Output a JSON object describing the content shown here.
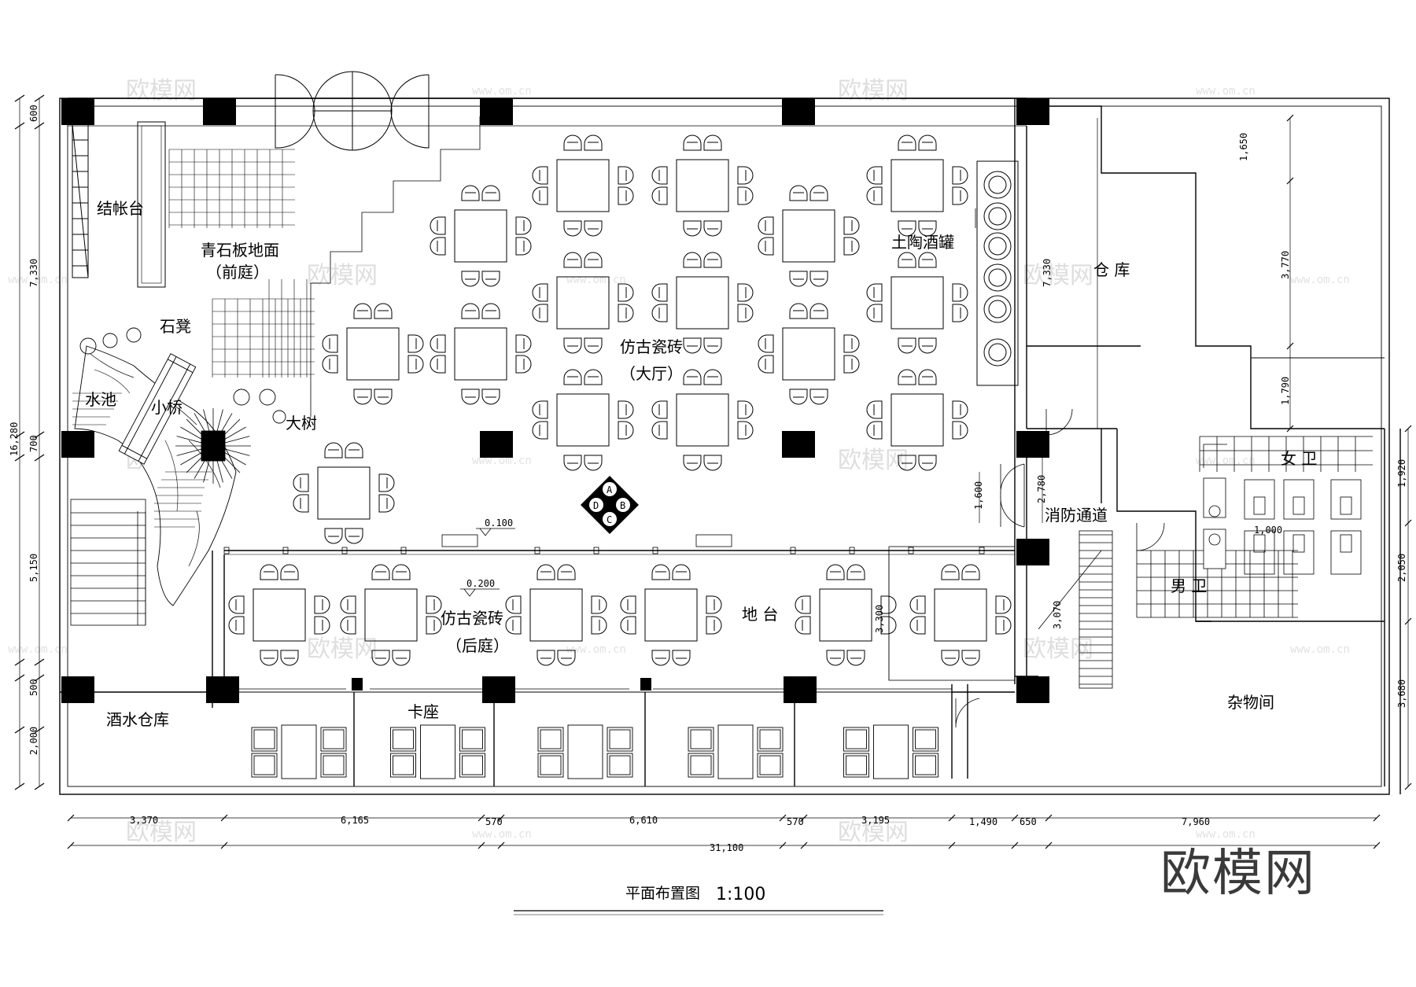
{
  "rooms": {
    "cashier": "结帐台",
    "front_court": "青石板地面",
    "front_court_sub": "（前庭）",
    "stone_stool": "石凳",
    "pond": "水池",
    "bridge": "小桥",
    "big_tree": "大树",
    "hall": "仿古瓷砖",
    "hall_sub": "（大厅）",
    "wine_jars": "土陶酒罐",
    "warehouse": "仓 库",
    "fire_exit": "消防通道",
    "womens_wc": "女 卫",
    "mens_wc": "男 卫",
    "back_court": "仿古瓷砖",
    "back_court_sub": "（后庭）",
    "stage": "地 台",
    "booth": "卡座",
    "drinks_store": "酒水仓库",
    "storage": "杂物间"
  },
  "compass": [
    "A",
    "B",
    "C",
    "D"
  ],
  "levels": {
    "hall": "0.100",
    "back": "0.200"
  },
  "dimensions": {
    "left": [
      "600",
      "7,330",
      "700",
      "5,150",
      "500",
      "2,000"
    ],
    "left_total": "16,280",
    "bottom": [
      "3,370",
      "6,165",
      "570",
      "6,610",
      "570",
      "3,195",
      "1,490",
      "650",
      "7,960"
    ],
    "bottom_total": "31,100",
    "warehouse_left": "7,330",
    "right_upper": [
      "1,650",
      "3,770",
      "1,790"
    ],
    "right_lower": [
      "1,920",
      "2,050",
      "3,680"
    ],
    "door_a": "1,600",
    "door_b": "2,780",
    "stage_depth": "3,300",
    "stair": "3,070",
    "wc": "1,000"
  },
  "title": "平面布置图",
  "scale": "1:100",
  "watermark": {
    "brand": "欧模网",
    "url": "www.om.cn"
  }
}
